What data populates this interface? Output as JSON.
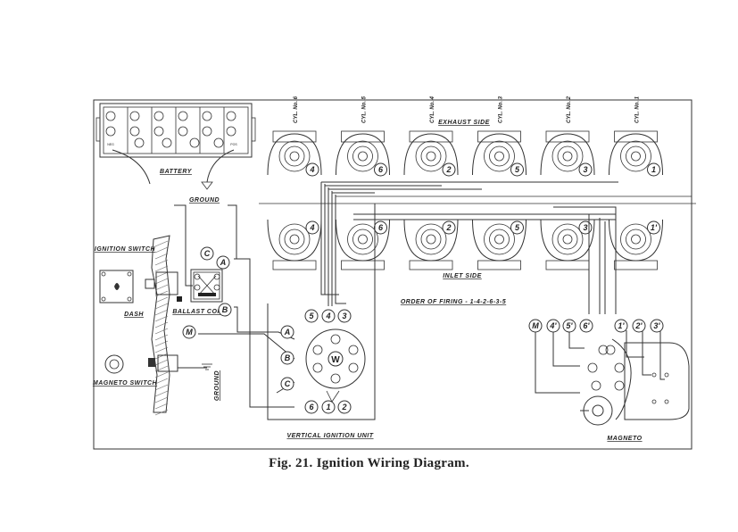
{
  "caption": "Fig. 21.  Ignition Wiring Diagram.",
  "labels": {
    "battery": "BATTERY",
    "ground_battery": "GROUND",
    "ignition_switch": "IGNITION SWITCH",
    "dash": "DASH",
    "ballast_coil": "BALLAST COIL",
    "magneto_switch": "MAGNETO SWITCH",
    "ground_switch": "GROUND",
    "exhaust_side": "EXHAUST SIDE",
    "inlet_side": "INLET SIDE",
    "firing_order": "ORDER OF FIRING - 1-4-2-6-3-5",
    "vertical_ignition_unit": "VERTICAL IGNITION UNIT",
    "magneto": "MAGNETO",
    "distributor_center": "W",
    "battery_neg": "NEG",
    "battery_pos": "POS"
  },
  "cylinders": [
    {
      "label": "CYL. No. 6",
      "exhaust_plug": "4",
      "inlet_plug": "4"
    },
    {
      "label": "CYL. No. 5",
      "exhaust_plug": "6",
      "inlet_plug": "6"
    },
    {
      "label": "CYL. No. 4",
      "exhaust_plug": "2",
      "inlet_plug": "2"
    },
    {
      "label": "CYL. No. 3",
      "exhaust_plug": "5",
      "inlet_plug": "5"
    },
    {
      "label": "CYL. No. 2",
      "exhaust_plug": "3",
      "inlet_plug": "3"
    },
    {
      "label": "CYL. No. 1",
      "exhaust_plug": "1",
      "inlet_plug": "1'"
    }
  ],
  "coil_terminals": [
    "C",
    "A",
    "B"
  ],
  "switch_terminal": "M",
  "ignition_unit_terminals": {
    "top": [
      "5",
      "4",
      "3"
    ],
    "left": [
      "A",
      "B",
      "C"
    ],
    "bottom": [
      "6",
      "1",
      "2"
    ]
  },
  "magneto_terminals": [
    "M",
    "4'",
    "5'",
    "6'",
    "1'",
    "2'",
    "3'"
  ]
}
